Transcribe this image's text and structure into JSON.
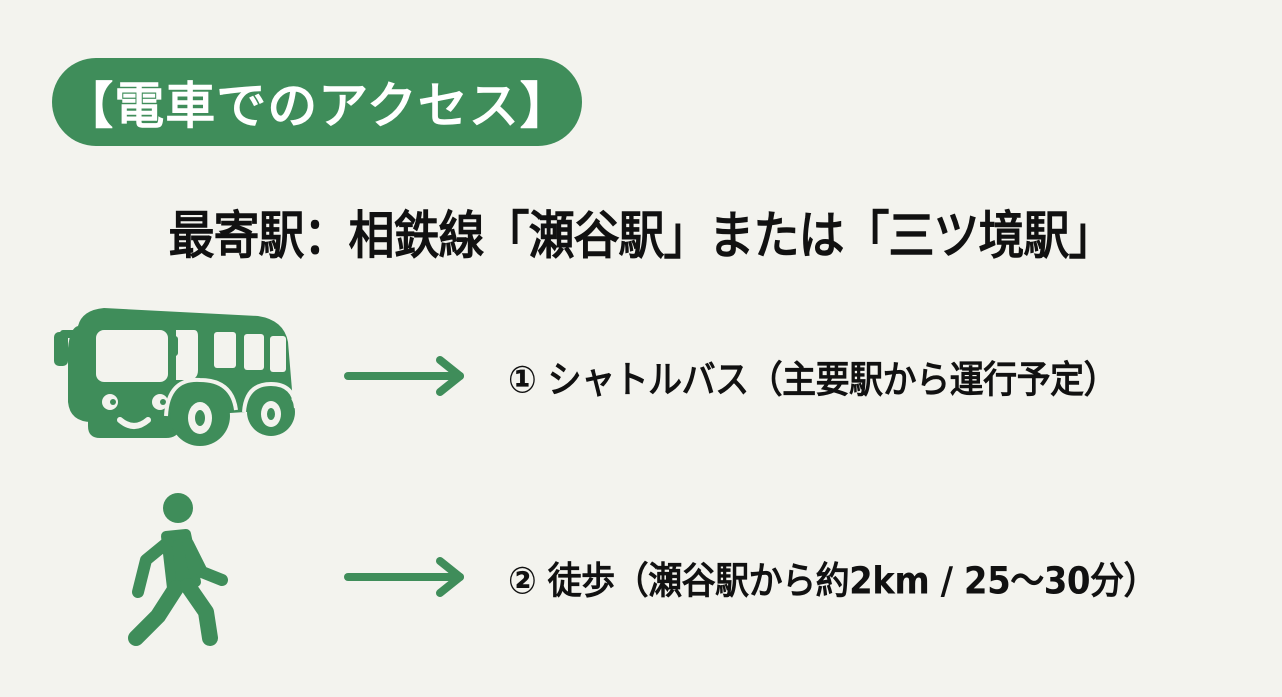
{
  "header": {
    "title": "【電車でのアクセス】"
  },
  "nearest_station": {
    "text": "最寄駅：相鉄線「瀬谷駅」または「三ツ境駅」"
  },
  "routes": [
    {
      "icon": "bus-icon",
      "arrow": "arrow-right-icon",
      "label": "① シャトルバス（主要駅から運行予定）"
    },
    {
      "icon": "walking-person-icon",
      "arrow": "arrow-right-icon",
      "label": "② 徒歩（瀬谷駅から約2km / 25〜30分）"
    }
  ],
  "colors": {
    "accent": "#3f8d5a",
    "background": "#f3f3ee",
    "text": "#111111"
  }
}
